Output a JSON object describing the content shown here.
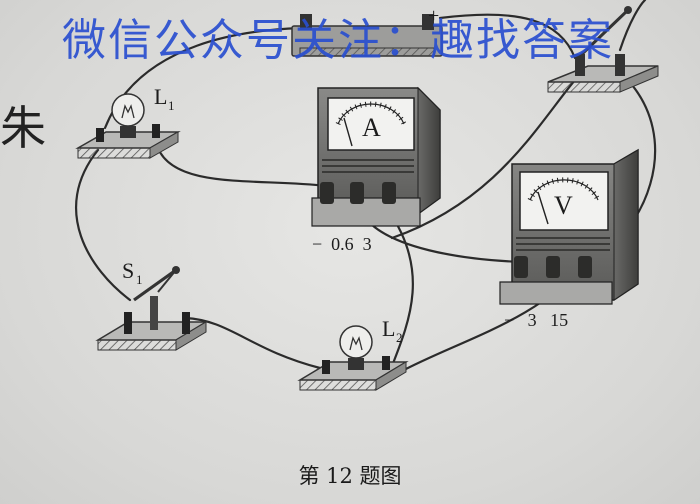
{
  "watermark": "微信公众号关注：趣找答案",
  "handwriting": "朱",
  "caption": "第 12 题图",
  "labels": {
    "lamp1": "L",
    "lamp1_sub": "1",
    "lamp2": "L",
    "lamp2_sub": "2",
    "switch1": "S",
    "switch1_sub": "1",
    "ammeter_symbol": "A",
    "voltmeter_symbol": "V",
    "ammeter_terminals": "−  0.6  3",
    "voltmeter_terminals": "−   3   15",
    "battery_plus": "+"
  },
  "colors": {
    "watermark": "#2a4fd0",
    "wire": "#2b2b2b",
    "base": "#bdbdbb"
  }
}
